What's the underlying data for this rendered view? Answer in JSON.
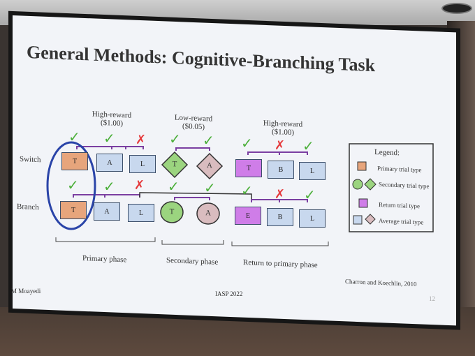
{
  "title": "General Methods: Cognitive-Branching Task",
  "column_headers": [
    {
      "line1": "High-reward",
      "line2": "($1.00)"
    },
    {
      "line1": "Low-reward",
      "line2": "($0.05)"
    },
    {
      "line1": "High-reward",
      "line2": "($1.00)"
    }
  ],
  "row_labels": {
    "switch": "Switch",
    "branch": "Branch"
  },
  "switch_row": [
    "T",
    "A",
    "L",
    "T",
    "A",
    "T",
    "B",
    "L"
  ],
  "branch_row": [
    "T",
    "A",
    "L",
    "T",
    "A",
    "E",
    "B",
    "L"
  ],
  "phases": [
    "Primary phase",
    "Secondary phase",
    "Return to primary phase"
  ],
  "legend": {
    "title": "Legend:",
    "items": [
      "Primary trial type",
      "Secondary trial type",
      "Return trial type",
      "Average trial type"
    ]
  },
  "citation": "Charron and Koechlin, 2010",
  "footer": {
    "author": "M Moayedi",
    "conference": "IASP 2022",
    "page": "12"
  },
  "colors": {
    "primary": "#e7a57c",
    "secondary": "#9bd47f",
    "return": "#cf7de8",
    "average": "#c8d8ee",
    "average_diamond": "#d9bcbf",
    "check": "#4caf3a",
    "cross": "#e5393b",
    "bracket": "#7b3fa1",
    "circle": "#2a44a8"
  }
}
